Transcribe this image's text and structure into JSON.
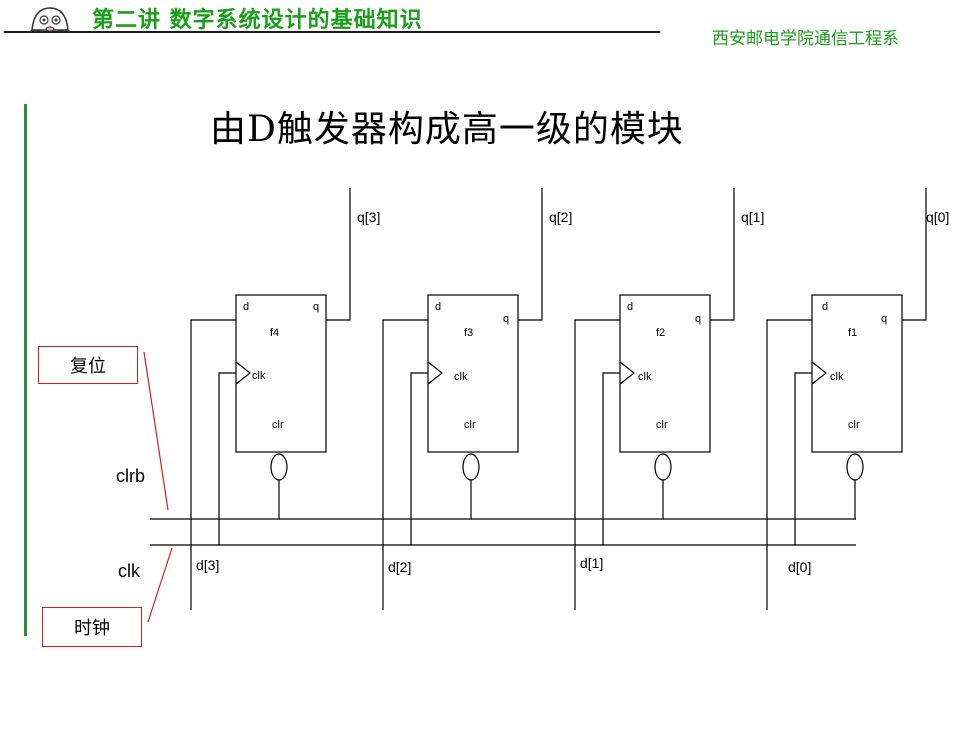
{
  "header": {
    "title": "第二讲 数字系统设计的基础知识",
    "institution": "西安邮电学院通信工程系"
  },
  "slide": {
    "title": "由D触发器构成高一级的模块"
  },
  "callouts": {
    "reset": "复位",
    "clock": "时钟"
  },
  "signals": {
    "clrb": "clrb",
    "clk": "clk"
  },
  "flipflops": [
    {
      "name": "f4",
      "d_pin": "d",
      "q_pin": "q",
      "clk_pin": "clk",
      "clr_pin": "clr",
      "input": "d[3]",
      "output": "q[3]"
    },
    {
      "name": "f3",
      "d_pin": "d",
      "q_pin": "q",
      "clk_pin": "clk",
      "clr_pin": "clr",
      "input": "d[2]",
      "output": "q[2]"
    },
    {
      "name": "f2",
      "d_pin": "d",
      "q_pin": "q",
      "clk_pin": "clk",
      "clr_pin": "clr",
      "input": "d[1]",
      "output": "q[1]"
    },
    {
      "name": "f1",
      "d_pin": "d",
      "q_pin": "q",
      "clk_pin": "clk",
      "clr_pin": "clr",
      "input": "d[0]",
      "output": "q[0]"
    }
  ],
  "colors": {
    "header_green": "#19a019",
    "accent_bar": "#2e8b3a",
    "callout_red": "#d02020"
  }
}
